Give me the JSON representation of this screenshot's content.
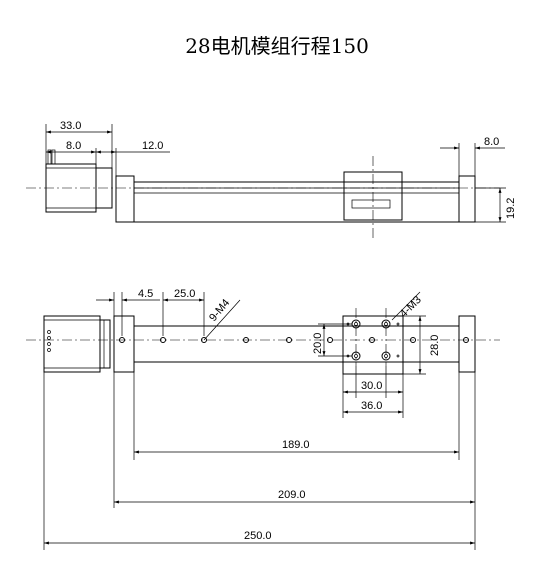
{
  "title": "28电机模组行程150",
  "side_view": {
    "dims": {
      "motor_length": "33.0",
      "motor_flange": "8.0",
      "gap_to_rail": "12.0",
      "end_block": "8.0",
      "height": "19.2"
    }
  },
  "top_view": {
    "dims": {
      "edge_to_hole": "4.5",
      "hole_pitch": "25.0",
      "rail_holes": "9-M4",
      "carriage_holes": "4-M3",
      "carriage_hole_pitch_y": "20.0",
      "carriage_width": "28.0",
      "carriage_hole_pitch_x": "30.0",
      "carriage_length": "36.0",
      "hole_span": "189.0",
      "rail_length": "209.0",
      "overall_length": "250.0"
    }
  }
}
